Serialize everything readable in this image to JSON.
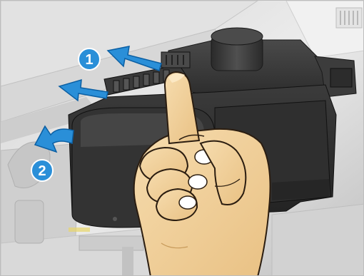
{
  "illustration": {
    "subject": "printer-cartridge-removal",
    "arrow_color": "#2a8fd8",
    "arrow_outline": "#0b5fa3",
    "module_color": "#3a3a3a",
    "hand_color": "#f1cf9a",
    "steps": [
      {
        "number": "1",
        "action": "push-back"
      },
      {
        "number": "2",
        "action": "pull-out"
      }
    ]
  }
}
